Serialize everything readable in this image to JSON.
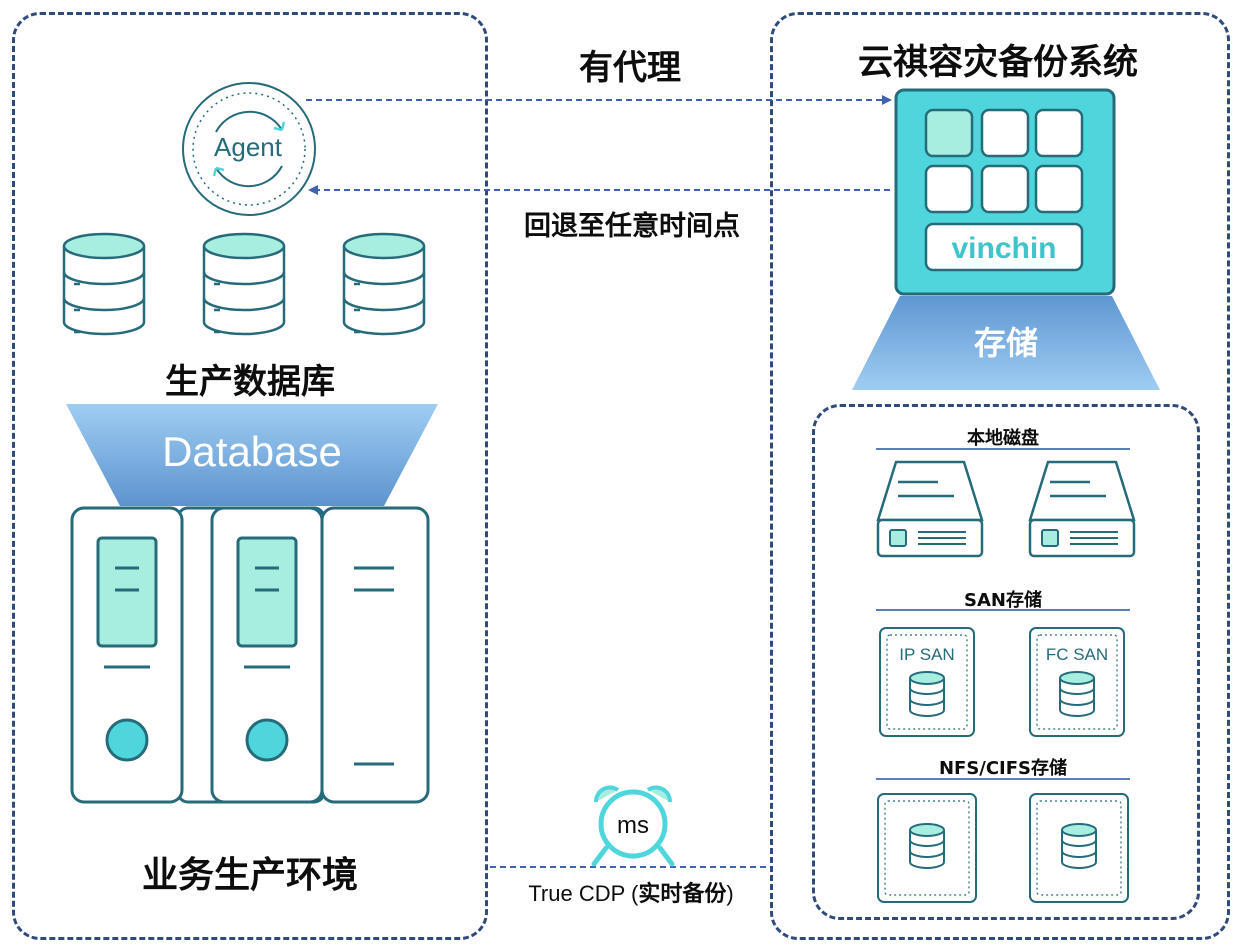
{
  "left_panel": {
    "title": "业务生产环境",
    "agent_label": "Agent",
    "db_caption": "生产数据库",
    "funnel_label": "Database"
  },
  "middle": {
    "agent_mode": "有代理",
    "rollback": "回退至任意时间点",
    "clock_label": "ms",
    "cdp_prefix": "True CDP (",
    "cdp_bold": "实时备份",
    "cdp_suffix": ")"
  },
  "right_panel": {
    "title": "云祺容灾备份系统",
    "brand": "vinchin",
    "storage_label": "存储",
    "sections": [
      {
        "title": "本地磁盘"
      },
      {
        "title": "SAN存储",
        "devices": [
          "IP SAN",
          "FC SAN"
        ]
      },
      {
        "title": "NFS/CIFS存储"
      }
    ]
  },
  "colors": {
    "border": "#2f4a7d",
    "accent_teal": "#4fd6dc",
    "mint": "#a8eee0",
    "dark_teal": "#256b7a",
    "arrow": "#3e62b0",
    "funnel_blue": "#7ab6e8"
  }
}
